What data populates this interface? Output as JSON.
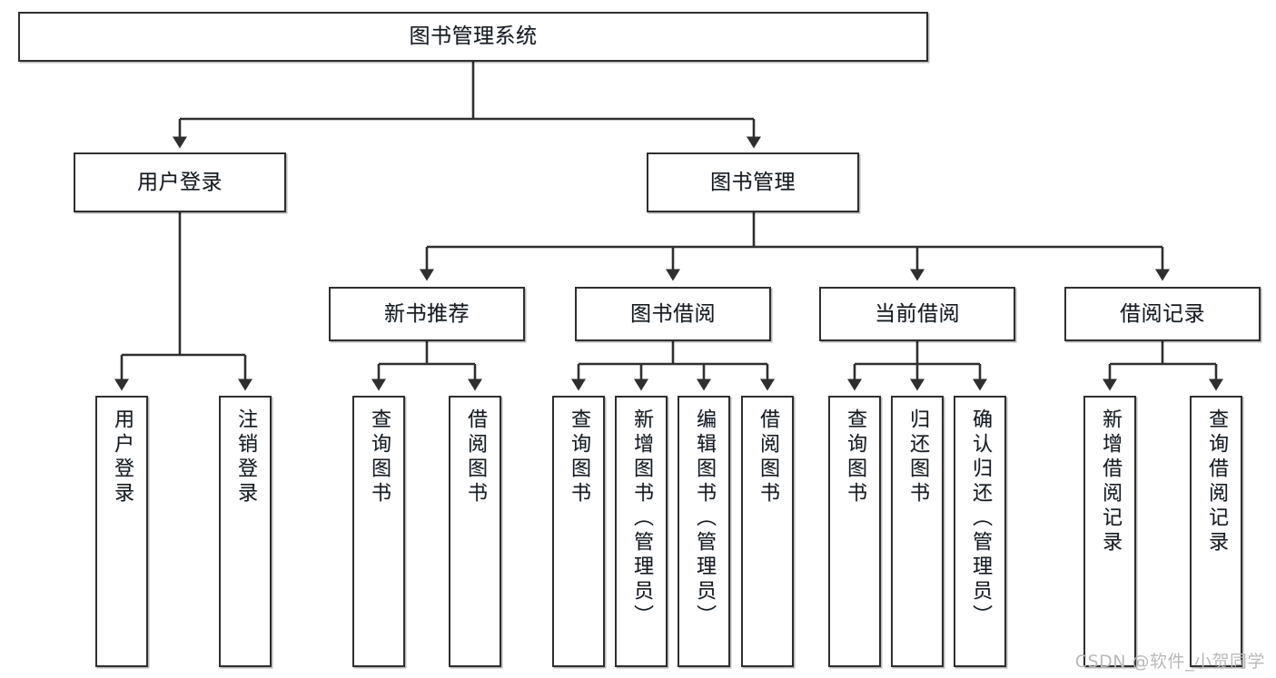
{
  "diagram": {
    "type": "hierarchy-tree",
    "title": "图书管理系统",
    "root": {
      "id": "root",
      "label": "图书管理系统"
    },
    "level2": [
      {
        "id": "user-login",
        "label": "用户登录"
      },
      {
        "id": "book-management",
        "label": "图书管理"
      }
    ],
    "level3": [
      {
        "id": "new-book-recommend",
        "label": "新书推荐",
        "parent": "book-management"
      },
      {
        "id": "book-borrow",
        "label": "图书借阅",
        "parent": "book-management"
      },
      {
        "id": "current-borrow",
        "label": "当前借阅",
        "parent": "book-management"
      },
      {
        "id": "borrow-record",
        "label": "借阅记录",
        "parent": "book-management"
      }
    ],
    "leaves": [
      {
        "id": "leaf-user-login",
        "label": "用户登录",
        "parent": "user-login"
      },
      {
        "id": "leaf-logout-login",
        "label": "注销登录",
        "parent": "user-login"
      },
      {
        "id": "leaf-query-book-1",
        "label": "查询图书",
        "parent": "new-book-recommend"
      },
      {
        "id": "leaf-borrow-book-1",
        "label": "借阅图书",
        "parent": "new-book-recommend"
      },
      {
        "id": "leaf-query-book-2",
        "label": "查询图书",
        "parent": "book-borrow"
      },
      {
        "id": "leaf-add-book",
        "label": "新增图书（管理员）",
        "parent": "book-borrow"
      },
      {
        "id": "leaf-edit-book",
        "label": "编辑图书（管理员）",
        "parent": "book-borrow"
      },
      {
        "id": "leaf-borrow-book-2",
        "label": "借阅图书",
        "parent": "book-borrow"
      },
      {
        "id": "leaf-query-book-3",
        "label": "查询图书",
        "parent": "current-borrow"
      },
      {
        "id": "leaf-return-book",
        "label": "归还图书",
        "parent": "current-borrow"
      },
      {
        "id": "leaf-confirm-return",
        "label": "确认归还（管理员）",
        "parent": "current-borrow"
      },
      {
        "id": "leaf-add-record",
        "label": "新增借阅记录",
        "parent": "borrow-record"
      },
      {
        "id": "leaf-query-record",
        "label": "查询借阅记录",
        "parent": "borrow-record"
      }
    ]
  },
  "watermark": {
    "text": "CSDN @软件_小贺同学"
  },
  "colors": {
    "stroke": "#2f2f2f",
    "background": "#ffffff",
    "text": "#1a1a1a",
    "watermark": "#b9b9b9"
  }
}
